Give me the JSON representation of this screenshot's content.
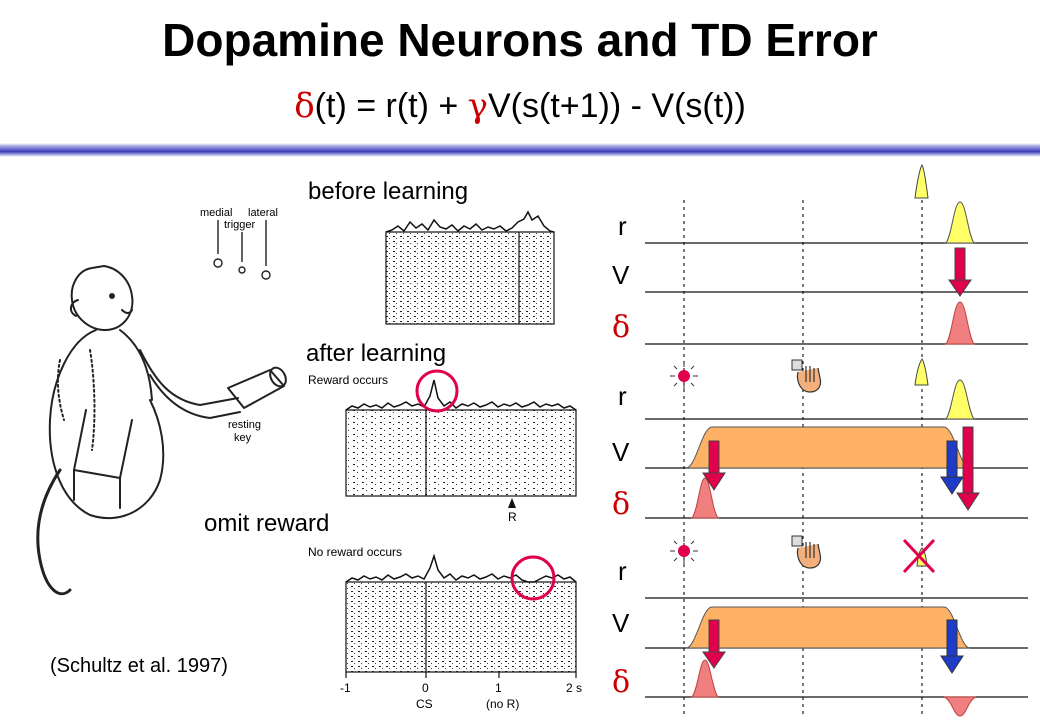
{
  "slide": {
    "title": "Dopamine Neurons and TD Error",
    "equation": {
      "delta": "δ",
      "part1": "(t) = r(t) + ",
      "gamma": "γ",
      "part2": "V(s(t+1)) - V(s(t))"
    }
  },
  "panels": {
    "before": "before learning",
    "after": "after learning",
    "omit": "omit reward"
  },
  "figure_text": {
    "medial": "medial",
    "lateral": "lateral",
    "trigger": "trigger",
    "resting": "resting",
    "key": "key",
    "reward_occurs": "Reward occurs",
    "no_reward_occurs": "No reward occurs",
    "r_marker": "R",
    "ticks": [
      "-1",
      "0",
      "1",
      "2 s"
    ],
    "cs": "CS",
    "no_r": "(no R)"
  },
  "citation": "(Schultz et al. 1997)",
  "signals": {
    "r": "r",
    "v": "V",
    "delta": "δ"
  },
  "colors": {
    "delta_symbol": "#cc0000",
    "reward_pulse": "#ffff66",
    "value_fill": "#ffb266",
    "td_pulse": "#f08080",
    "red_arrow": "#e0004c",
    "blue_arrow": "#1e3cc8",
    "divider": "#5a5ac8"
  }
}
